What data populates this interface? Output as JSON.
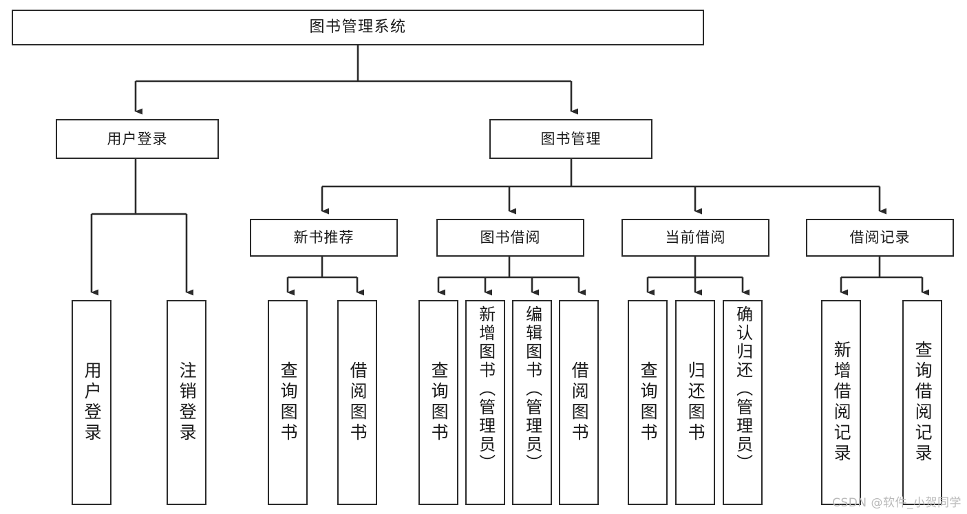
{
  "diagram": {
    "type": "tree",
    "title": "图书管理系统",
    "watermark": "CSDN @软件_小贺同学",
    "root": {
      "label": "图书管理系统"
    },
    "level2": [
      {
        "label": "用户登录"
      },
      {
        "label": "图书管理"
      }
    ],
    "level3": [
      {
        "label": "新书推荐"
      },
      {
        "label": "图书借阅"
      },
      {
        "label": "当前借阅"
      },
      {
        "label": "借阅记录"
      }
    ],
    "leaves": {
      "user_login": [
        {
          "label": "用户登录"
        },
        {
          "label": "注销登录"
        }
      ],
      "new_book_recommend": [
        {
          "label": "查询图书"
        },
        {
          "label": "借阅图书"
        }
      ],
      "book_borrow": [
        {
          "label": "查询图书"
        },
        {
          "label": "新增图书（管理员）"
        },
        {
          "label": "编辑图书（管理员）"
        },
        {
          "label": "借阅图书"
        }
      ],
      "current_borrow": [
        {
          "label": "查询图书"
        },
        {
          "label": "归还图书"
        },
        {
          "label": "确认归还（管理员）"
        }
      ],
      "borrow_record": [
        {
          "label": "新增借阅记录"
        },
        {
          "label": "查询借阅记录"
        }
      ]
    },
    "colors": {
      "stroke": "#2b2b2b",
      "fill": "#ffffff",
      "text": "#1a1a1a",
      "watermark": "#b9b9b9"
    }
  }
}
